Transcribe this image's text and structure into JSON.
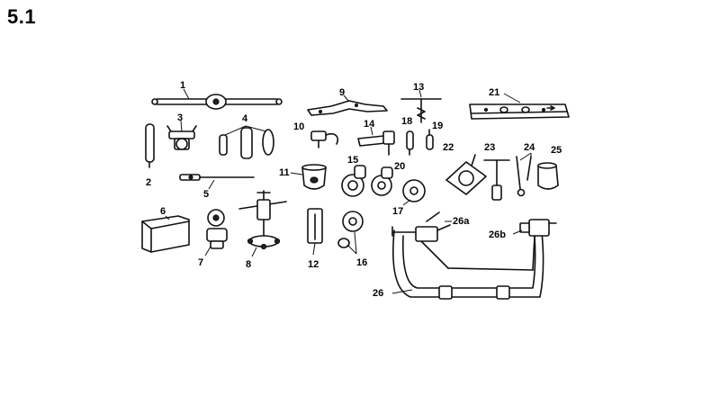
{
  "figure": {
    "label": "5.1"
  },
  "callouts": {
    "c1": "1",
    "c2": "2",
    "c3": "3",
    "c4": "4",
    "c5": "5",
    "c6": "6",
    "c7": "7",
    "c8": "8",
    "c9": "9",
    "c10": "10",
    "c11": "11",
    "c12": "12",
    "c13": "13",
    "c14": "14",
    "c15": "15",
    "c16": "16",
    "c17": "17",
    "c18": "18",
    "c19": "19",
    "c20": "20",
    "c21": "21",
    "c22": "22",
    "c23": "23",
    "c24": "24",
    "c25": "25",
    "c26": "26",
    "c26a": "26a",
    "c26b": "26b"
  }
}
